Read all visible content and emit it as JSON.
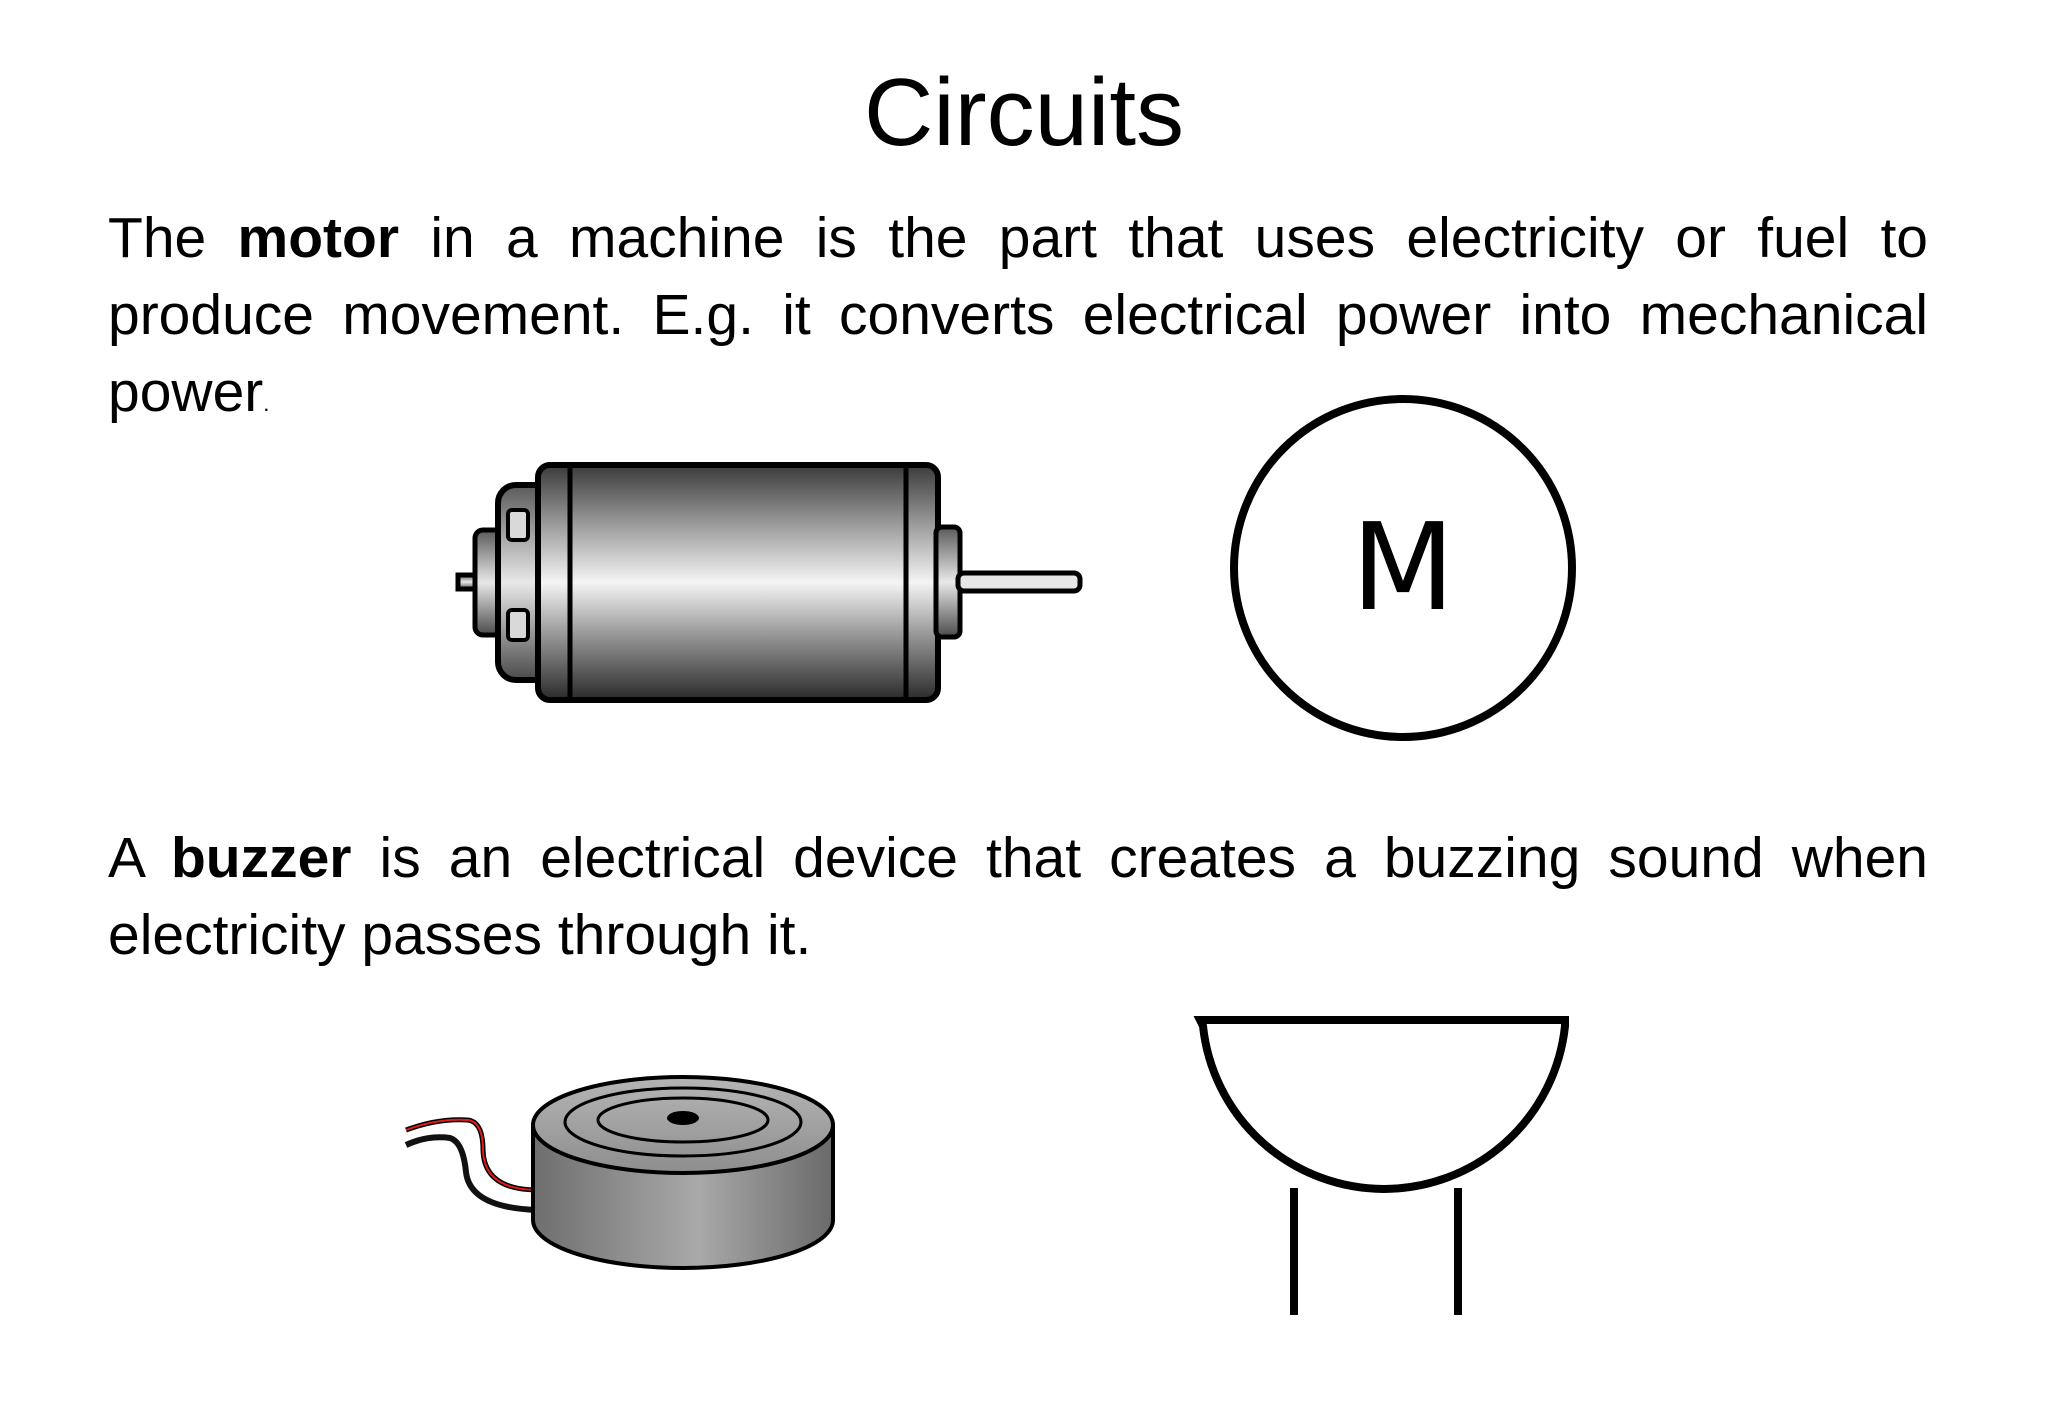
{
  "title": "Circuits",
  "motor_paragraph": {
    "before": "The ",
    "bold": "motor",
    "after": " in a machine is the part that uses electricity or fuel to produce movement.  E.g. it converts electrical power into mechanical power",
    "trailing": "."
  },
  "motor_symbol_letter": "M",
  "buzzer_paragraph": {
    "before": "A ",
    "bold": "buzzer",
    "after": " is an electrical device that creates a buzzing sound when electricity passes through it."
  },
  "colors": {
    "text": "#000000",
    "background": "#ffffff",
    "wire_red": "#e11b1b",
    "wire_black": "#111111",
    "buzzer_grey": "#8a8a8a"
  }
}
